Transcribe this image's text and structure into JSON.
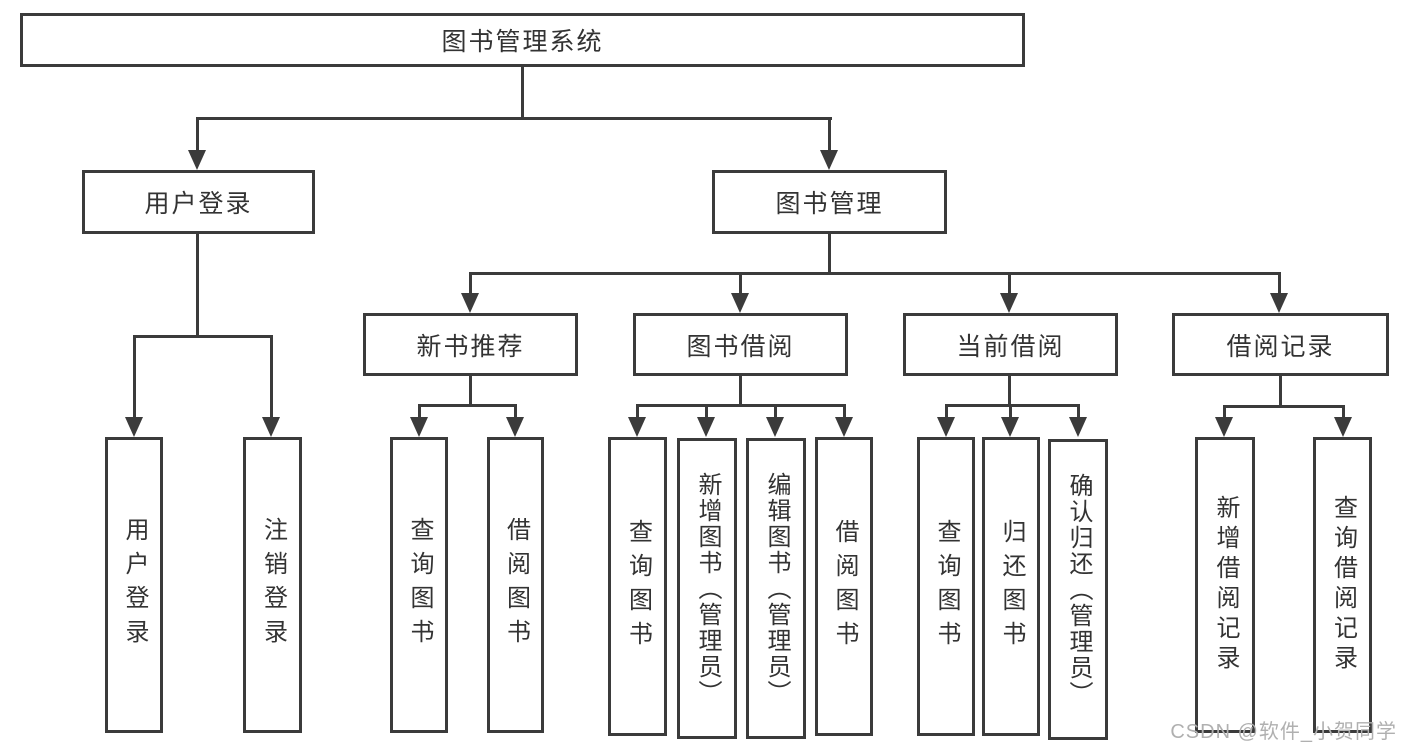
{
  "diagram": {
    "type": "hierarchy-tree",
    "title": "图书管理系统",
    "colors": {
      "line": "#3b3b3b",
      "text": "#333333",
      "box_background": "#ffffff",
      "watermark": "#b0b0b0"
    },
    "nodes": {
      "root": "图书管理系统",
      "user_login": "用户登录",
      "book_mgmt": "图书管理",
      "new_book_rec": "新书推荐",
      "book_borrow": "图书借阅",
      "current_borrow": "当前借阅",
      "borrow_records": "借阅记录",
      "leaf_user_login": "用户登录",
      "leaf_logout": "注销登录",
      "leaf_nbr_query": "查询图书",
      "leaf_nbr_borrow": "借阅图书",
      "leaf_bb_query": "查询图书",
      "leaf_bb_add": "新增图书（管理员）",
      "leaf_bb_edit": "编辑图书（管理员）",
      "leaf_bb_borrow": "借阅图书",
      "leaf_cb_query": "查询图书",
      "leaf_cb_return": "归还图书",
      "leaf_cb_confirm": "确认归还（管理员）",
      "leaf_br_add": "新增借阅记录",
      "leaf_br_query": "查询借阅记录"
    },
    "hierarchy": {
      "图书管理系统": [
        "用户登录",
        "图书管理"
      ],
      "用户登录": [
        "用户登录",
        "注销登录"
      ],
      "图书管理": [
        "新书推荐",
        "图书借阅",
        "当前借阅",
        "借阅记录"
      ],
      "新书推荐": [
        "查询图书",
        "借阅图书"
      ],
      "图书借阅": [
        "查询图书",
        "新增图书（管理员）",
        "编辑图书（管理员）",
        "借阅图书"
      ],
      "当前借阅": [
        "查询图书",
        "归还图书",
        "确认归还（管理员）"
      ],
      "借阅记录": [
        "新增借阅记录",
        "查询借阅记录"
      ]
    },
    "watermark": "CSDN @软件_小贺同学"
  }
}
